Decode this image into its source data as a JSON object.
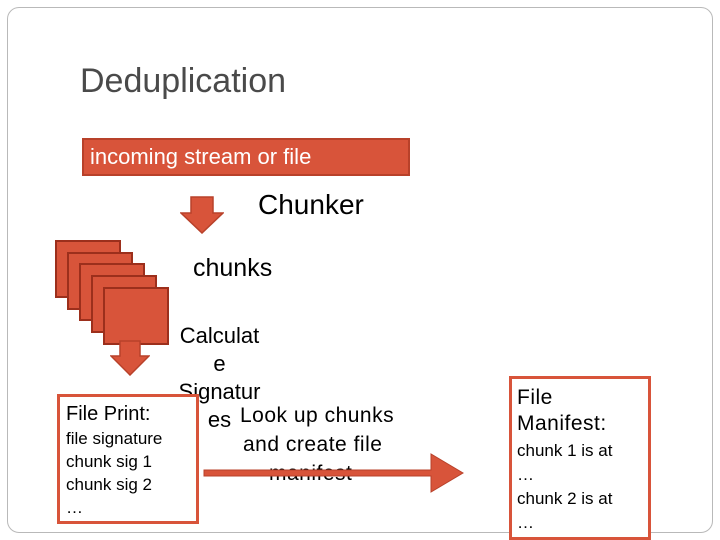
{
  "slide": {
    "title": "Deduplication",
    "stream_label": "incoming stream or file",
    "chunker_label": "Chunker",
    "chunks_label": "chunks",
    "calc_lines": [
      "Calculat",
      "e",
      "Signatur",
      "es"
    ],
    "lookup_lines": [
      "Look up chunks",
      "and create file",
      "manifest"
    ],
    "file_print": {
      "title": "File Print:",
      "lines": [
        "file signature",
        "chunk sig 1",
        "chunk sig 2",
        "…"
      ]
    },
    "file_manifest": {
      "title_lines": [
        "File",
        "Manifest:"
      ],
      "lines": [
        "chunk 1 is at",
        "…",
        "chunk 2 is at",
        "…"
      ]
    }
  },
  "colors": {
    "accent": "#d8543a",
    "accent_dark": "#9c2f1c",
    "title": "#4a4a4a"
  },
  "icons": [
    "down-arrow-icon",
    "right-arrow-icon",
    "chunk-stack-icon"
  ]
}
